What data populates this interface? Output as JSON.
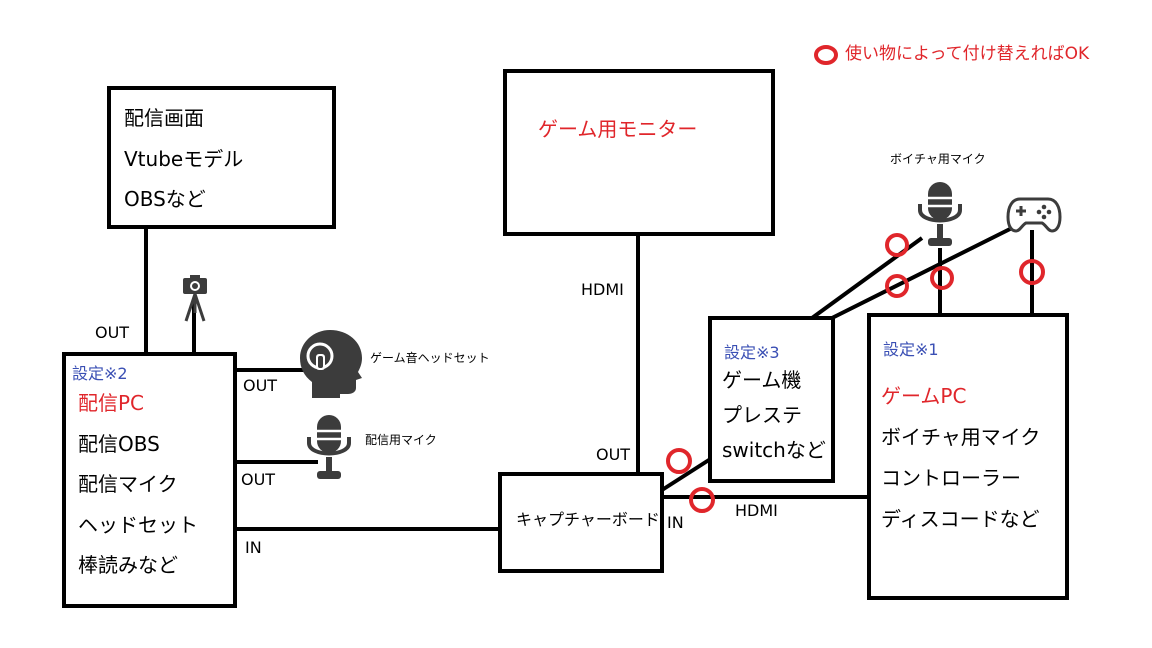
{
  "legend": {
    "text": "使い物によって付け替えればOK"
  },
  "stream_screen": {
    "lines": [
      "配信画面",
      "Vtubeモデル",
      "OBSなど"
    ]
  },
  "game_monitor": {
    "title": "ゲーム用モニター"
  },
  "stream_pc": {
    "setting": "設定※2",
    "title": "配信PC",
    "lines": [
      "配信OBS",
      "配信マイク",
      "ヘッドセット",
      "棒読みなど"
    ]
  },
  "console": {
    "setting": "設定※3",
    "lines": [
      "ゲーム機",
      "プレステ",
      "switchなど"
    ]
  },
  "game_pc": {
    "setting": "設定※1",
    "title": "ゲームPC",
    "lines": [
      "ボイチャ用マイク",
      "コントローラー",
      "ディスコードなど"
    ]
  },
  "capture_board": {
    "label": "キャプチャーボード"
  },
  "devices": {
    "headset": "ゲーム音ヘッドセット",
    "stream_mic": "配信用マイク",
    "voicechat_mic": "ボイチャ用マイク"
  },
  "ports": {
    "out_top": "OUT",
    "out_headset": "OUT",
    "out_mic": "OUT",
    "in_stream": "IN",
    "hdmi_monitor": "HDMI",
    "out_capture": "OUT",
    "in_capture": "IN",
    "hdmi_gamepc": "HDMI"
  },
  "colors": {
    "accent_red": "#e0262b",
    "setting_blue": "#3a4fb4",
    "line": "#000000",
    "icon": "#3c3c3c"
  }
}
